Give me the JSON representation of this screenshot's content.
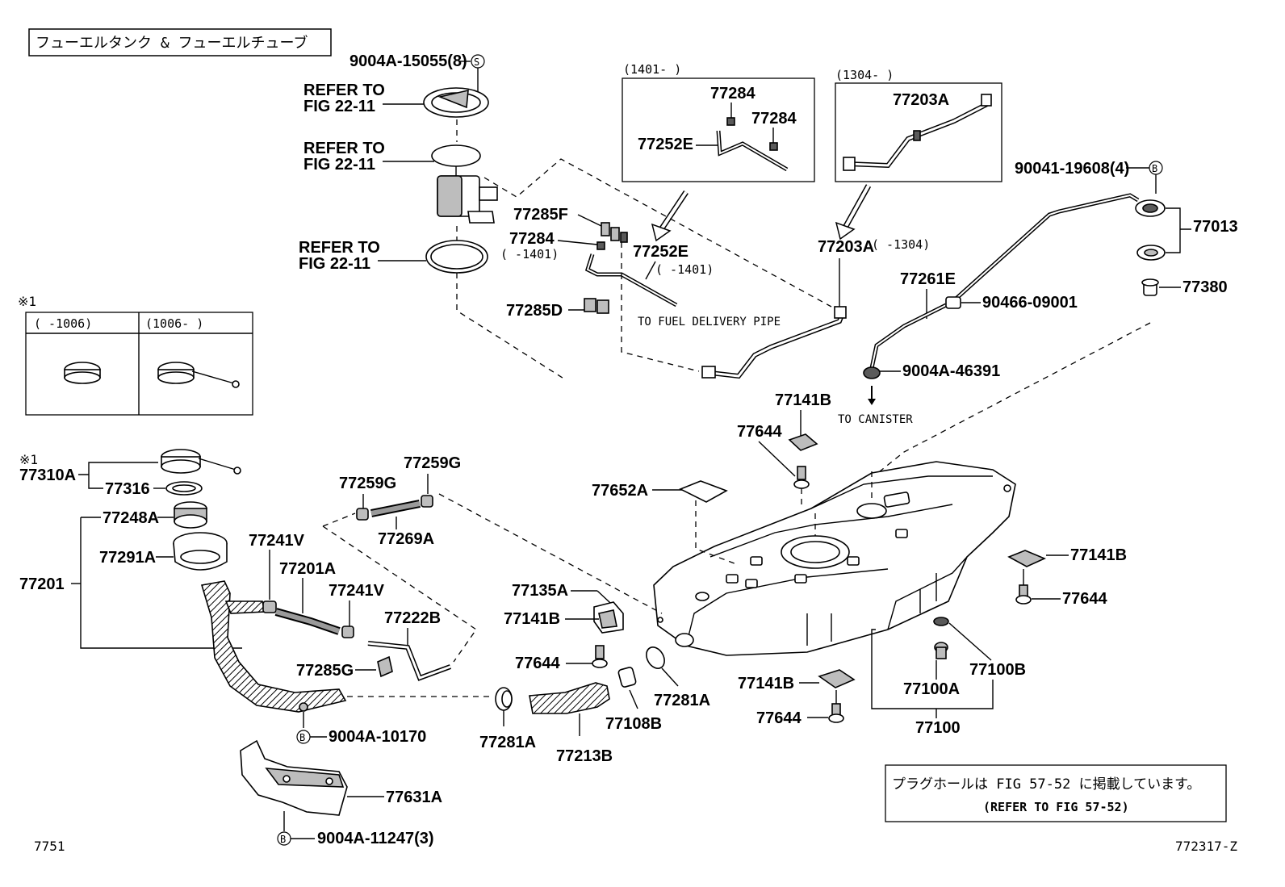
{
  "title": "フューエルタンク & フューエルチューブ",
  "page_code": "7751",
  "figure_code": "772317-Z",
  "note": {
    "jp": "プラグホールは FIG 57-52 に掲載しています。",
    "en": "(REFER TO FIG 57-52)"
  },
  "refer": {
    "line1": "REFER TO",
    "line2": "FIG 22-11"
  },
  "inset": {
    "marker": "※1",
    "col1": "(      -1006)",
    "col2": "(1006-      )"
  },
  "box1": {
    "range": "(1401-      )"
  },
  "box2": {
    "range": "(1304-      )"
  },
  "markers": {
    "s": "S",
    "b": "B"
  },
  "ranges": {
    "r1401a": "(      -1401)",
    "r1401b": "(      -1401)",
    "r1304": "(      -1304)"
  },
  "notes": {
    "to_fuel_delivery_pipe": "TO FUEL DELIVERY PIPE",
    "to_canister": "TO CANISTER"
  },
  "labels": {
    "p9004A_15055": "9004A-15055(8)",
    "p77284a": "77284",
    "p77284b": "77284",
    "p77284c": "77284",
    "p77252E_box": "77252E",
    "p77252E": "77252E",
    "p77203A_box": "77203A",
    "p77203A": "77203A",
    "p90041_19608": "90041-19608(4)",
    "p77013": "77013",
    "p77285F": "77285F",
    "p77285D": "77285D",
    "p77261E": "77261E",
    "p90466_09001": "90466-09001",
    "p77380": "77380",
    "p9004A_46391": "9004A-46391",
    "p77141B_a": "77141B",
    "p77644_a": "77644",
    "p77310A": "77310A",
    "p77316": "77316",
    "p77248A": "77248A",
    "p77291A": "77291A",
    "p77201": "77201",
    "p77259G_a": "77259G",
    "p77259G_b": "77259G",
    "p77269A": "77269A",
    "p77241V_a": "77241V",
    "p77201A": "77201A",
    "p77241V_b": "77241V",
    "p77222B": "77222B",
    "p77285G": "77285G",
    "p77652A": "77652A",
    "p77135A": "77135A",
    "p77141B_b": "77141B",
    "p77644_b": "77644",
    "p77141B_c": "77141B",
    "p77644_c": "77644",
    "p77100B": "77100B",
    "p77100A": "77100A",
    "p77100": "77100",
    "p77141B_d": "77141B",
    "p77644_d": "77644",
    "p77281A_a": "77281A",
    "p77281A_b": "77281A",
    "p77213B": "77213B",
    "p77108B": "77108B",
    "p9004A_10170": "9004A-10170",
    "p77631A": "77631A",
    "p9004A_11247": "9004A-11247(3)"
  }
}
